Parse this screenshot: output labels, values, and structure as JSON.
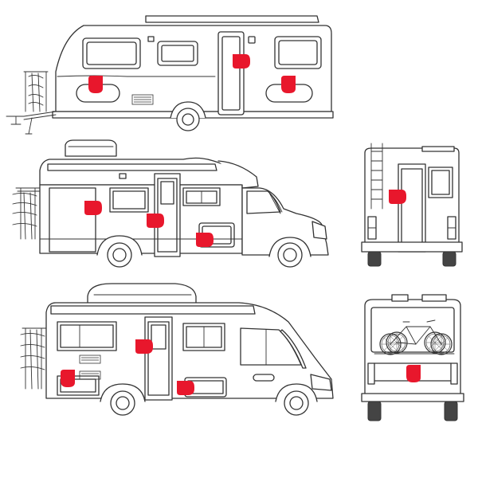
{
  "colors": {
    "marker": "#e8172c",
    "outline": "#333333",
    "background": "#ffffff"
  },
  "views": [
    {
      "id": "caravan-side",
      "markers": 3
    },
    {
      "id": "alcove-motorhome-side",
      "markers": 3
    },
    {
      "id": "alcove-motorhome-rear",
      "markers": 1
    },
    {
      "id": "integrated-motorhome-side",
      "markers": 3
    },
    {
      "id": "integrated-motorhome-rear",
      "markers": 1
    }
  ],
  "marker_shape": "rounded-tab-with-cutout"
}
